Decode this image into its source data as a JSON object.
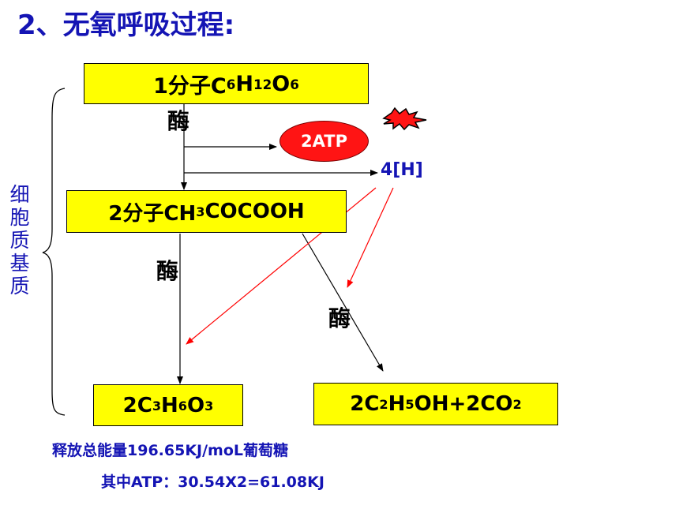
{
  "title": "2、无氧呼吸过程:",
  "side_label": "细胞质基质",
  "nodes": {
    "glucose": {
      "pre": "1分子C",
      "s1": "6",
      "m1": "H",
      "s2": "12",
      "m2": "O",
      "s3": "6"
    },
    "pyruvate": {
      "pre": "2分子CH",
      "s1": "3",
      "post": "COCOOH"
    },
    "lactic": {
      "pre": "2C",
      "s1": "3",
      "m1": "H",
      "s2": "6",
      "m2": "O",
      "s3": "3"
    },
    "ethanol": {
      "pre": "2C",
      "s1": "2",
      "m1": "H",
      "s2": "5",
      "m2": "OH+2CO",
      "s3": "2"
    }
  },
  "enzyme_labels": [
    "酶",
    "酶",
    "酶"
  ],
  "atp_label": "2ATP",
  "h_label": "4[H]",
  "notes": {
    "line1": "释放总能量196.65KJ/moL葡萄糖",
    "line2": "其中ATP：30.54X2=61.08KJ"
  },
  "colors": {
    "box_fill": "#ffff00",
    "title_blue": "#1414b4",
    "atp_red": "#ff1414",
    "h_arrow_red": "#ff0000"
  }
}
